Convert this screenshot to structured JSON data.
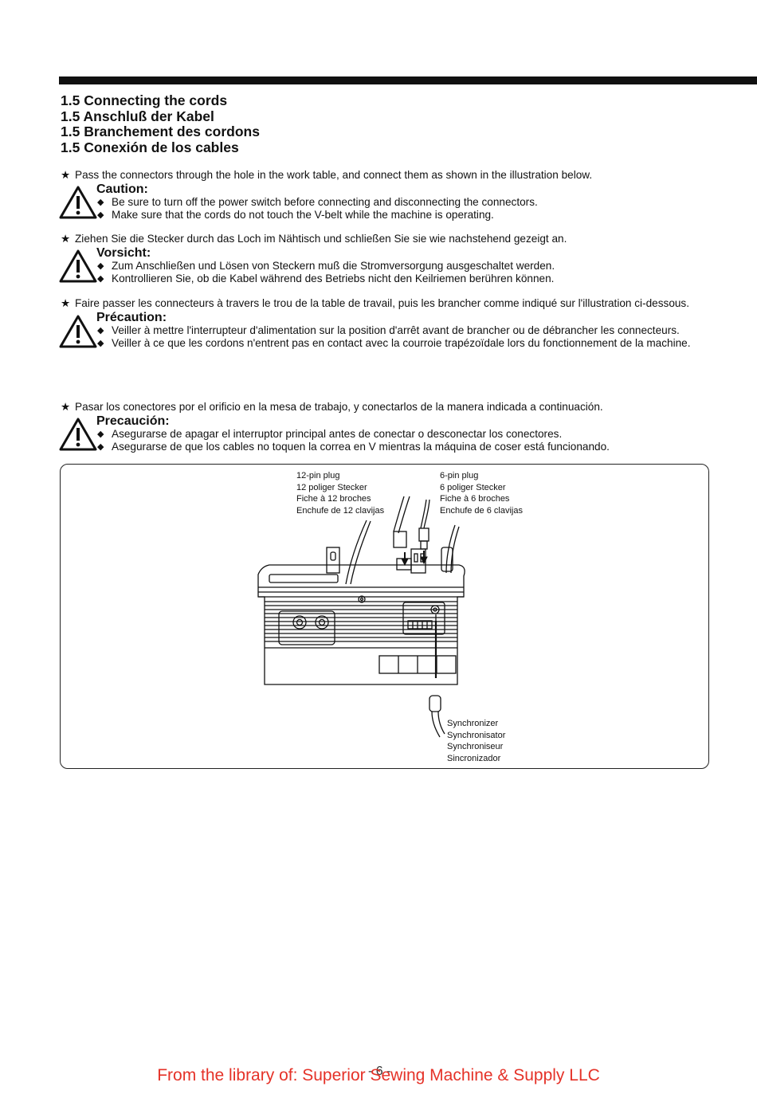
{
  "headings": [
    "1.5 Connecting the cords",
    "1.5 Anschluß der Kabel",
    "1.5 Branchement des cordons",
    "1.5 Conexión de los cables"
  ],
  "sections": {
    "en": {
      "intro": "Pass the connectors through the hole in the work table, and connect them as shown in the illustration below.",
      "caution_title": "Caution:",
      "bullets": [
        "Be sure to turn off the power switch before connecting and disconnecting the connectors.",
        "Make sure that the cords do not touch the V-belt while the machine is operating."
      ]
    },
    "de": {
      "intro": "Ziehen Sie die Stecker durch das Loch im Nähtisch und schließen Sie sie wie nachstehend gezeigt an.",
      "caution_title": "Vorsicht:",
      "bullets": [
        "Zum Anschließen und Lösen von Steckern muß die Stromversorgung ausgeschaltet werden.",
        "Kontrollieren Sie, ob die Kabel während des Betriebs nicht den Keilriemen berühren können."
      ]
    },
    "fr": {
      "intro": "Faire passer les connecteurs à travers le trou de la table de travail, puis les brancher comme indiqué sur l'illustration ci-dessous.",
      "caution_title": "Précaution:",
      "bullets": [
        "Veiller à mettre l'interrupteur d'alimentation sur la position d'arrêt avant de brancher ou de débrancher les connecteurs.",
        "Veiller à ce que les cordons n'entrent pas en contact avec la courroie trapézoïdale lors du fonctionnement de la machine."
      ]
    },
    "es": {
      "intro": "Pasar los conectores por el orificio en la mesa de trabajo, y conectarlos de la manera indicada a continuación.",
      "caution_title": "Precaución:",
      "bullets": [
        "Asegurarse de apagar el interruptor principal antes de conectar o desconectar los conectores.",
        "Asegurarse de que los cables no toquen la correa en V mientras la máquina de coser está funcionando."
      ]
    }
  },
  "figure": {
    "plug12": [
      "12-pin plug",
      "12 poliger Stecker",
      "Fiche à 12 broches",
      "Enchufe de 12 clavijas"
    ],
    "plug6": [
      "6-pin plug",
      "6 poliger Stecker",
      "Fiche à 6 broches",
      "Enchufe de 6 clavijas"
    ],
    "synchronizer": [
      "Synchronizer",
      "Synchronisator",
      "Synchroniseur",
      "Sincronizador"
    ]
  },
  "page_number": "- 6 -",
  "footer": "From the library of: Superior Sewing Machine & Supply LLC",
  "colors": {
    "footer_text": "#e53228",
    "ink": "#111111"
  }
}
